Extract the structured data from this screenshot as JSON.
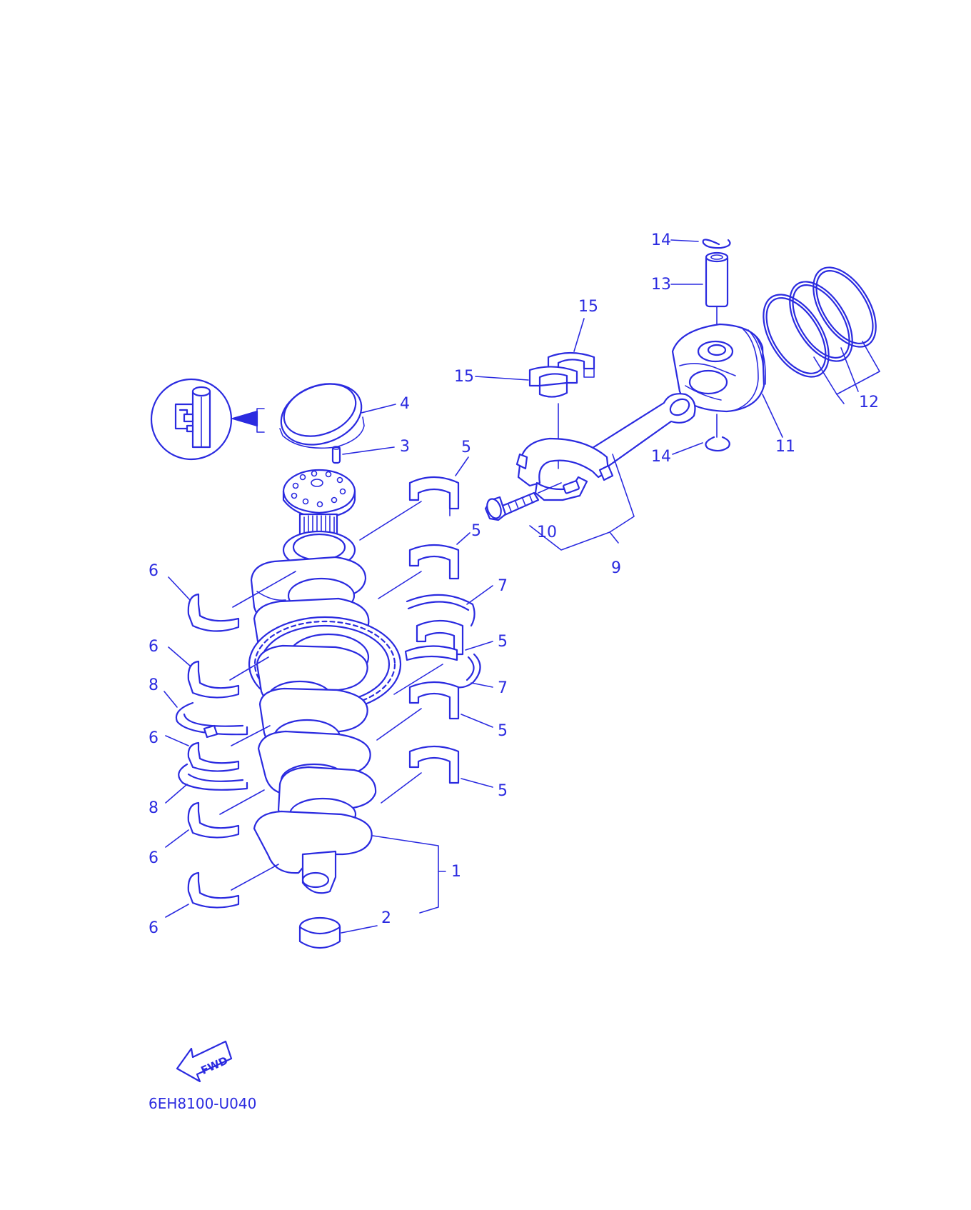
{
  "colors": {
    "line": "#2b2be0",
    "background": "#ffffff"
  },
  "diagram_code": "6EH8100-U040",
  "fwd_label": "FWD",
  "callouts": [
    {
      "id": "c14a",
      "text": "14"
    },
    {
      "id": "c13",
      "text": "13"
    },
    {
      "id": "c15a",
      "text": "15"
    },
    {
      "id": "c15b",
      "text": "15"
    },
    {
      "id": "c12",
      "text": "12"
    },
    {
      "id": "c11",
      "text": "11"
    },
    {
      "id": "c14b",
      "text": "14"
    },
    {
      "id": "c4",
      "text": "4"
    },
    {
      "id": "c3",
      "text": "3"
    },
    {
      "id": "c5a",
      "text": "5"
    },
    {
      "id": "c10",
      "text": "10"
    },
    {
      "id": "c9",
      "text": "9"
    },
    {
      "id": "c5b",
      "text": "5"
    },
    {
      "id": "c7a",
      "text": "7"
    },
    {
      "id": "c6a",
      "text": "6"
    },
    {
      "id": "c5c",
      "text": "5"
    },
    {
      "id": "c6b",
      "text": "6"
    },
    {
      "id": "c7b",
      "text": "7"
    },
    {
      "id": "c8a",
      "text": "8"
    },
    {
      "id": "c5d",
      "text": "5"
    },
    {
      "id": "c6c",
      "text": "6"
    },
    {
      "id": "c5e",
      "text": "5"
    },
    {
      "id": "c8b",
      "text": "8"
    },
    {
      "id": "c6d",
      "text": "6"
    },
    {
      "id": "c1",
      "text": "1"
    },
    {
      "id": "c2",
      "text": "2"
    },
    {
      "id": "c6e",
      "text": "6"
    }
  ]
}
